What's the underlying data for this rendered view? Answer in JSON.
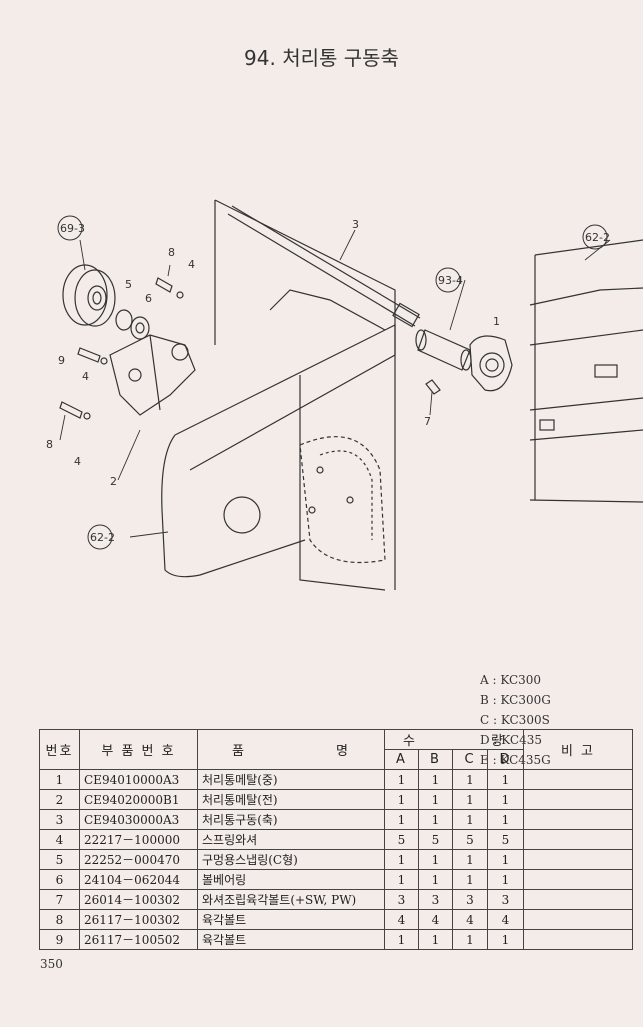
{
  "page": {
    "title": "94. 처리통 구동축",
    "page_number": "350"
  },
  "callouts": {
    "c69_3": "69-3",
    "c62_2_top": "62-2",
    "c93_4": "93-4",
    "c62_2_bottom": "62-2",
    "n3": "3",
    "n8a": "8",
    "n4a": "4",
    "n5": "5",
    "n6": "6",
    "n9": "9",
    "n4b": "4",
    "n1": "1",
    "n7": "7",
    "n8b": "8",
    "n4c": "4",
    "n2": "2"
  },
  "legend": {
    "a": "A : KC300",
    "b": "B : KC300G",
    "c": "C : KC300S",
    "d": "D : KC435",
    "e": "E : KC435G"
  },
  "table": {
    "headers": {
      "no": "번호",
      "part_no": "부 품 번 호",
      "name_1": "품",
      "name_2": "명",
      "qty_1": "수",
      "qty_2": "량",
      "remarks": "비 고",
      "a": "A",
      "b": "B",
      "c": "C",
      "d": "D"
    },
    "rows": [
      {
        "no": "1",
        "part": "CE94010000A3",
        "name": "처리통메탈(중)",
        "a": "1",
        "b": "1",
        "c": "1",
        "d": "1"
      },
      {
        "no": "2",
        "part": "CE94020000B1",
        "name": "처리통메탈(전)",
        "a": "1",
        "b": "1",
        "c": "1",
        "d": "1"
      },
      {
        "no": "3",
        "part": "CE94030000A3",
        "name": "처리통구동(축)",
        "a": "1",
        "b": "1",
        "c": "1",
        "d": "1"
      },
      {
        "no": "4",
        "part": "22217－100000",
        "name": "스프링와셔",
        "a": "5",
        "b": "5",
        "c": "5",
        "d": "5"
      },
      {
        "no": "5",
        "part": "22252－000470",
        "name": "구멍용스냅링(C형)",
        "a": "1",
        "b": "1",
        "c": "1",
        "d": "1"
      },
      {
        "no": "6",
        "part": "24104－062044",
        "name": "볼베어링",
        "a": "1",
        "b": "1",
        "c": "1",
        "d": "1"
      },
      {
        "no": "7",
        "part": "26014－100302",
        "name": "와셔조립육각볼트(+SW, PW)",
        "a": "3",
        "b": "3",
        "c": "3",
        "d": "3"
      },
      {
        "no": "8",
        "part": "26117－100302",
        "name": "육각볼트",
        "a": "4",
        "b": "4",
        "c": "4",
        "d": "4"
      },
      {
        "no": "9",
        "part": "26117－100502",
        "name": "육각볼트",
        "a": "1",
        "b": "1",
        "c": "1",
        "d": "1"
      }
    ]
  }
}
